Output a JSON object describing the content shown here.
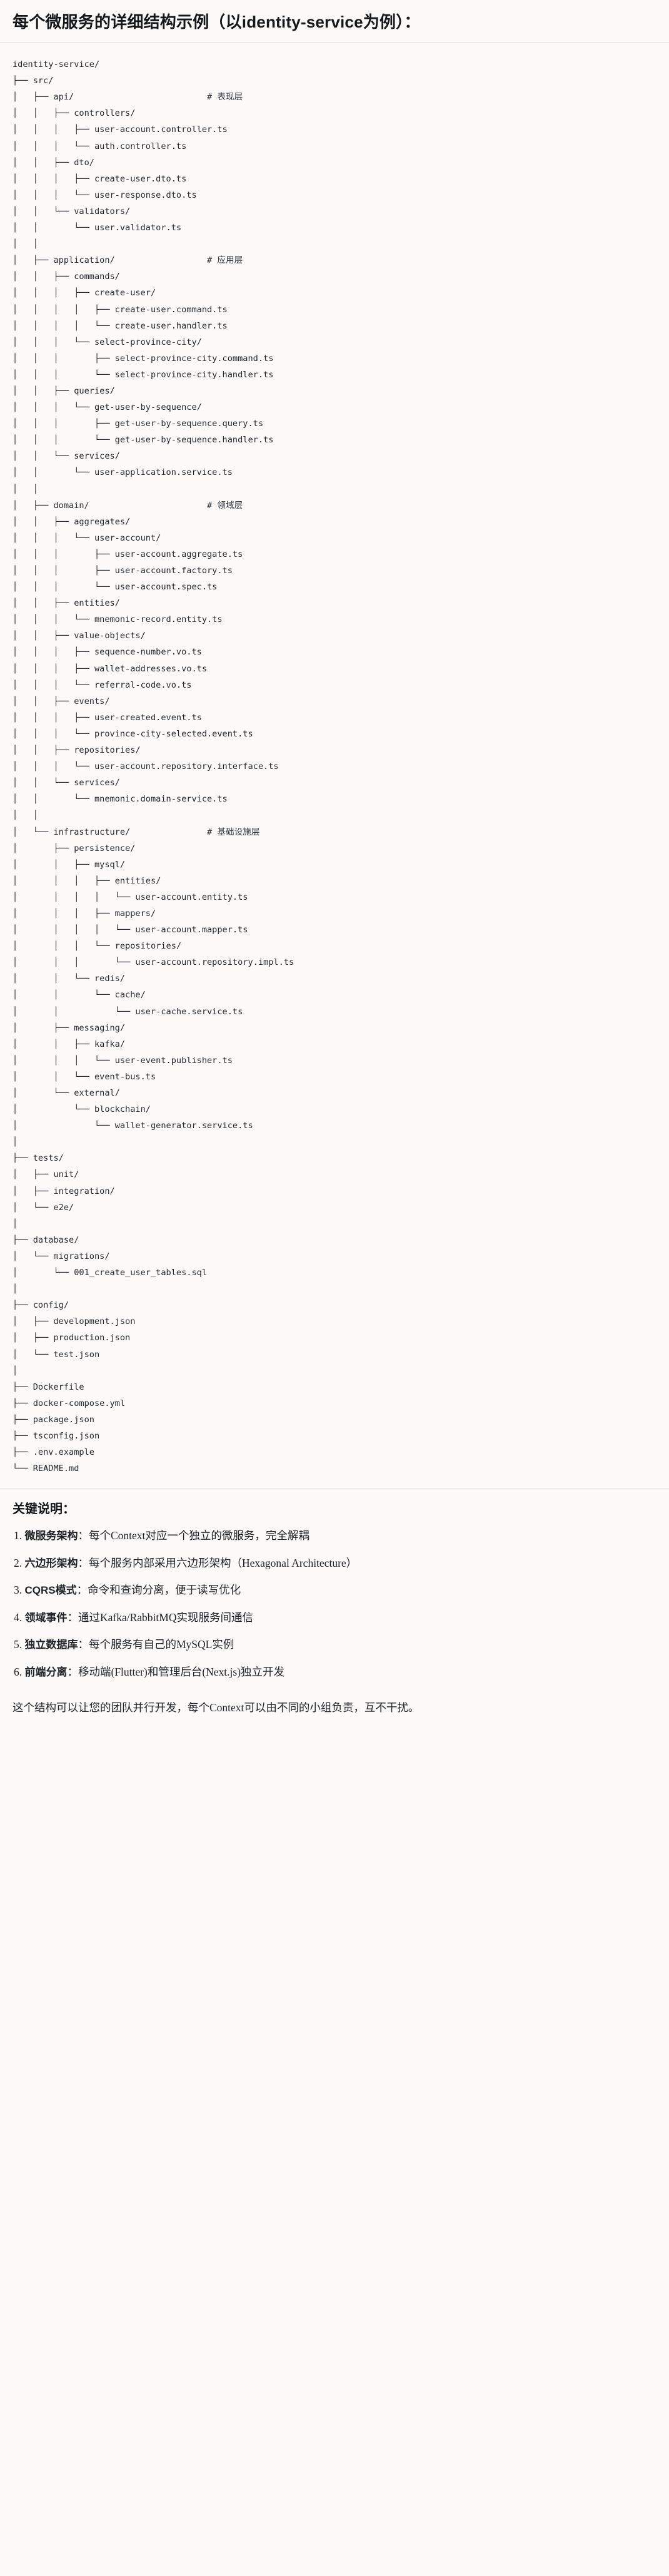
{
  "heading": "每个微服务的详细结构示例（以identity-service为例）：",
  "tree": {
    "language": "text",
    "lines": [
      {
        "text": "identity-service/",
        "comment": ""
      },
      {
        "text": "├── src/",
        "comment": ""
      },
      {
        "text": "│   ├── api/",
        "comment": "# 表现层"
      },
      {
        "text": "│   │   ├── controllers/",
        "comment": ""
      },
      {
        "text": "│   │   │   ├── user-account.controller.ts",
        "comment": ""
      },
      {
        "text": "│   │   │   └── auth.controller.ts",
        "comment": ""
      },
      {
        "text": "│   │   ├── dto/",
        "comment": ""
      },
      {
        "text": "│   │   │   ├── create-user.dto.ts",
        "comment": ""
      },
      {
        "text": "│   │   │   └── user-response.dto.ts",
        "comment": ""
      },
      {
        "text": "│   │   └── validators/",
        "comment": ""
      },
      {
        "text": "│   │       └── user.validator.ts",
        "comment": ""
      },
      {
        "text": "│   │",
        "comment": ""
      },
      {
        "text": "│   ├── application/",
        "comment": "# 应用层"
      },
      {
        "text": "│   │   ├── commands/",
        "comment": ""
      },
      {
        "text": "│   │   │   ├── create-user/",
        "comment": ""
      },
      {
        "text": "│   │   │   │   ├── create-user.command.ts",
        "comment": ""
      },
      {
        "text": "│   │   │   │   └── create-user.handler.ts",
        "comment": ""
      },
      {
        "text": "│   │   │   └── select-province-city/",
        "comment": ""
      },
      {
        "text": "│   │   │       ├── select-province-city.command.ts",
        "comment": ""
      },
      {
        "text": "│   │   │       └── select-province-city.handler.ts",
        "comment": ""
      },
      {
        "text": "│   │   ├── queries/",
        "comment": ""
      },
      {
        "text": "│   │   │   └── get-user-by-sequence/",
        "comment": ""
      },
      {
        "text": "│   │   │       ├── get-user-by-sequence.query.ts",
        "comment": ""
      },
      {
        "text": "│   │   │       └── get-user-by-sequence.handler.ts",
        "comment": ""
      },
      {
        "text": "│   │   └── services/",
        "comment": ""
      },
      {
        "text": "│   │       └── user-application.service.ts",
        "comment": ""
      },
      {
        "text": "│   │",
        "comment": ""
      },
      {
        "text": "│   ├── domain/",
        "comment": "# 领域层"
      },
      {
        "text": "│   │   ├── aggregates/",
        "comment": ""
      },
      {
        "text": "│   │   │   └── user-account/",
        "comment": ""
      },
      {
        "text": "│   │   │       ├── user-account.aggregate.ts",
        "comment": ""
      },
      {
        "text": "│   │   │       ├── user-account.factory.ts",
        "comment": ""
      },
      {
        "text": "│   │   │       └── user-account.spec.ts",
        "comment": ""
      },
      {
        "text": "│   │   ├── entities/",
        "comment": ""
      },
      {
        "text": "│   │   │   └── mnemonic-record.entity.ts",
        "comment": ""
      },
      {
        "text": "│   │   ├── value-objects/",
        "comment": ""
      },
      {
        "text": "│   │   │   ├── sequence-number.vo.ts",
        "comment": ""
      },
      {
        "text": "│   │   │   ├── wallet-addresses.vo.ts",
        "comment": ""
      },
      {
        "text": "│   │   │   └── referral-code.vo.ts",
        "comment": ""
      },
      {
        "text": "│   │   ├── events/",
        "comment": ""
      },
      {
        "text": "│   │   │   ├── user-created.event.ts",
        "comment": ""
      },
      {
        "text": "│   │   │   └── province-city-selected.event.ts",
        "comment": ""
      },
      {
        "text": "│   │   ├── repositories/",
        "comment": ""
      },
      {
        "text": "│   │   │   └── user-account.repository.interface.ts",
        "comment": ""
      },
      {
        "text": "│   │   └── services/",
        "comment": ""
      },
      {
        "text": "│   │       └── mnemonic.domain-service.ts",
        "comment": ""
      },
      {
        "text": "│   │",
        "comment": ""
      },
      {
        "text": "│   └── infrastructure/",
        "comment": "# 基础设施层"
      },
      {
        "text": "│       ├── persistence/",
        "comment": ""
      },
      {
        "text": "│       │   ├── mysql/",
        "comment": ""
      },
      {
        "text": "│       │   │   ├── entities/",
        "comment": ""
      },
      {
        "text": "│       │   │   │   └── user-account.entity.ts",
        "comment": ""
      },
      {
        "text": "│       │   │   ├── mappers/",
        "comment": ""
      },
      {
        "text": "│       │   │   │   └── user-account.mapper.ts",
        "comment": ""
      },
      {
        "text": "│       │   │   └── repositories/",
        "comment": ""
      },
      {
        "text": "│       │   │       └── user-account.repository.impl.ts",
        "comment": ""
      },
      {
        "text": "│       │   └── redis/",
        "comment": ""
      },
      {
        "text": "│       │       └── cache/",
        "comment": ""
      },
      {
        "text": "│       │           └── user-cache.service.ts",
        "comment": ""
      },
      {
        "text": "│       ├── messaging/",
        "comment": ""
      },
      {
        "text": "│       │   ├── kafka/",
        "comment": ""
      },
      {
        "text": "│       │   │   └── user-event.publisher.ts",
        "comment": ""
      },
      {
        "text": "│       │   └── event-bus.ts",
        "comment": ""
      },
      {
        "text": "│       └── external/",
        "comment": ""
      },
      {
        "text": "│           └── blockchain/",
        "comment": ""
      },
      {
        "text": "│               └── wallet-generator.service.ts",
        "comment": ""
      },
      {
        "text": "│",
        "comment": ""
      },
      {
        "text": "├── tests/",
        "comment": ""
      },
      {
        "text": "│   ├── unit/",
        "comment": ""
      },
      {
        "text": "│   ├── integration/",
        "comment": ""
      },
      {
        "text": "│   └── e2e/",
        "comment": ""
      },
      {
        "text": "│",
        "comment": ""
      },
      {
        "text": "├── database/",
        "comment": ""
      },
      {
        "text": "│   └── migrations/",
        "comment": ""
      },
      {
        "text": "│       └── 001_create_user_tables.sql",
        "comment": ""
      },
      {
        "text": "│",
        "comment": ""
      },
      {
        "text": "├── config/",
        "comment": ""
      },
      {
        "text": "│   ├── development.json",
        "comment": ""
      },
      {
        "text": "│   ├── production.json",
        "comment": ""
      },
      {
        "text": "│   └── test.json",
        "comment": ""
      },
      {
        "text": "│",
        "comment": ""
      },
      {
        "text": "├── Dockerfile",
        "comment": ""
      },
      {
        "text": "├── docker-compose.yml",
        "comment": ""
      },
      {
        "text": "├── package.json",
        "comment": ""
      },
      {
        "text": "├── tsconfig.json",
        "comment": ""
      },
      {
        "text": "├── .env.example",
        "comment": ""
      },
      {
        "text": "└── README.md",
        "comment": ""
      }
    ],
    "comment_column": 38
  },
  "keypoints": {
    "title": "关键说明：",
    "items": [
      {
        "term": "微服务架构",
        "sep": "：",
        "desc": "每个Context对应一个独立的微服务，完全解耦"
      },
      {
        "term": "六边形架构",
        "sep": "：",
        "desc": "每个服务内部采用六边形架构（Hexagonal Architecture）"
      },
      {
        "term": "CQRS模式",
        "sep": "：",
        "desc": "命令和查询分离，便于读写优化"
      },
      {
        "term": "领域事件",
        "sep": "：",
        "desc": "通过Kafka/RabbitMQ实现服务间通信"
      },
      {
        "term": "独立数据库",
        "sep": "：",
        "desc": "每个服务有自己的MySQL实例"
      },
      {
        "term": "前端分离",
        "sep": "：",
        "desc": "移动端(Flutter)和管理后台(Next.js)独立开发"
      }
    ]
  },
  "closing": "这个结构可以让您的团队并行开发，每个Context可以由不同的小组负责，互不干扰。",
  "colors": {
    "background": "#fbfaf8",
    "text": "#1f2328",
    "code_text": "#24292f",
    "divider": "#e6e3dd"
  }
}
